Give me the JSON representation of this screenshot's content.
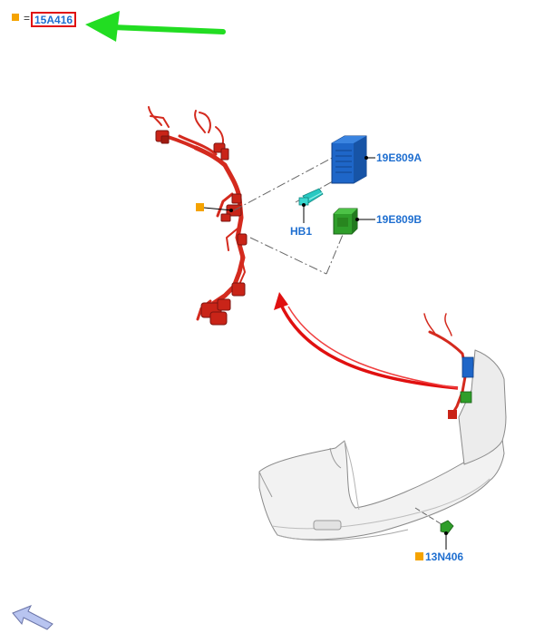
{
  "legend": {
    "marker_color": "#f5a300",
    "equals": "=",
    "part_number": "15A416",
    "arrow_color": "#22dd22",
    "box_color": "#e01010"
  },
  "callouts": {
    "module_a": "19E809A",
    "module_b": "19E809B",
    "fastener": "HB1",
    "connector": "13N406"
  },
  "colors": {
    "harness": "#d42a1e",
    "module_a": "#1e66c8",
    "module_b": "#2f9e2a",
    "fastener": "#28c9c2",
    "sweep_arrow": "#e01010",
    "label": "#1f6fd0",
    "nav_arrow": "#b8c4f0"
  },
  "nav": {
    "icon": "back-arrow-icon"
  }
}
